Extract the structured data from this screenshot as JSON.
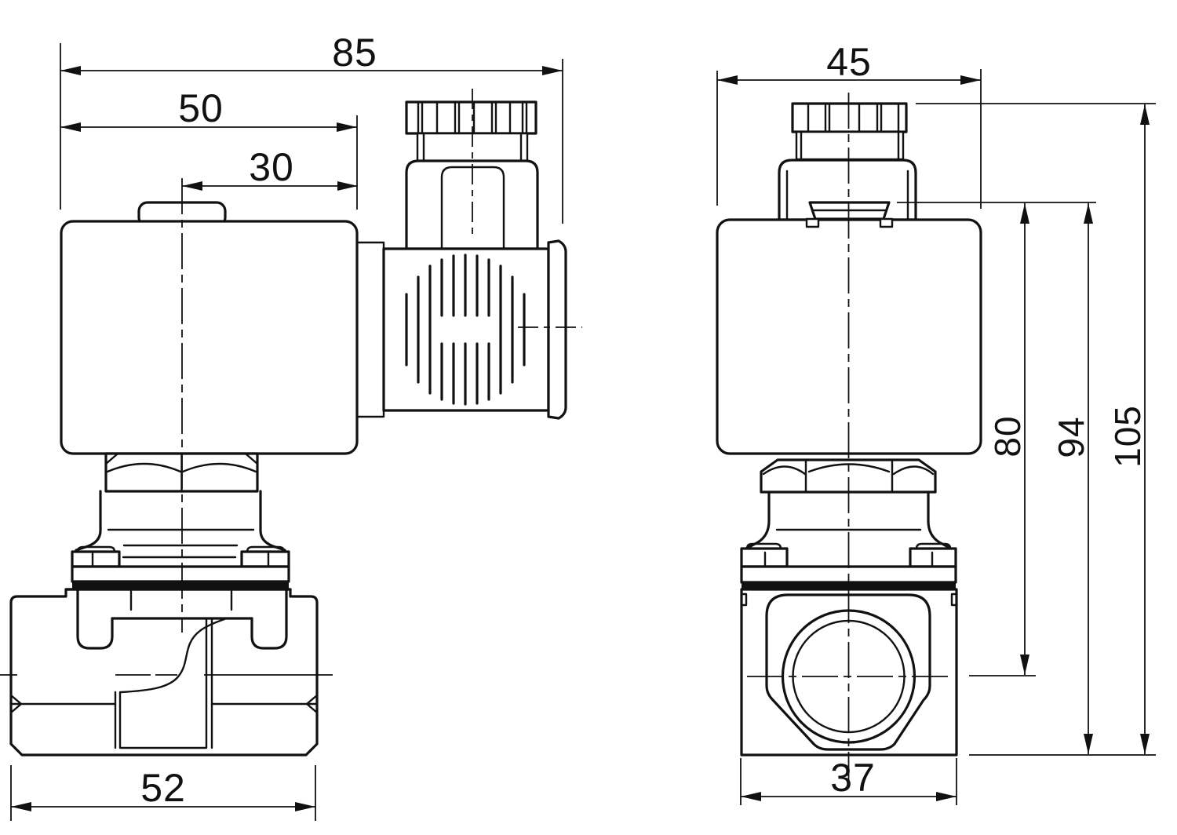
{
  "dimensions": {
    "side_view": {
      "overall_width": "85",
      "coil_width": "50",
      "axis_to_coil_edge": "30",
      "body_width": "52"
    },
    "front_view": {
      "coil_width": "45",
      "port_face_width": "37",
      "axis_height": "80",
      "coil_top_height": "94",
      "overall_height": "105"
    }
  },
  "colors": {
    "line": "#111111",
    "background": "#ffffff"
  }
}
